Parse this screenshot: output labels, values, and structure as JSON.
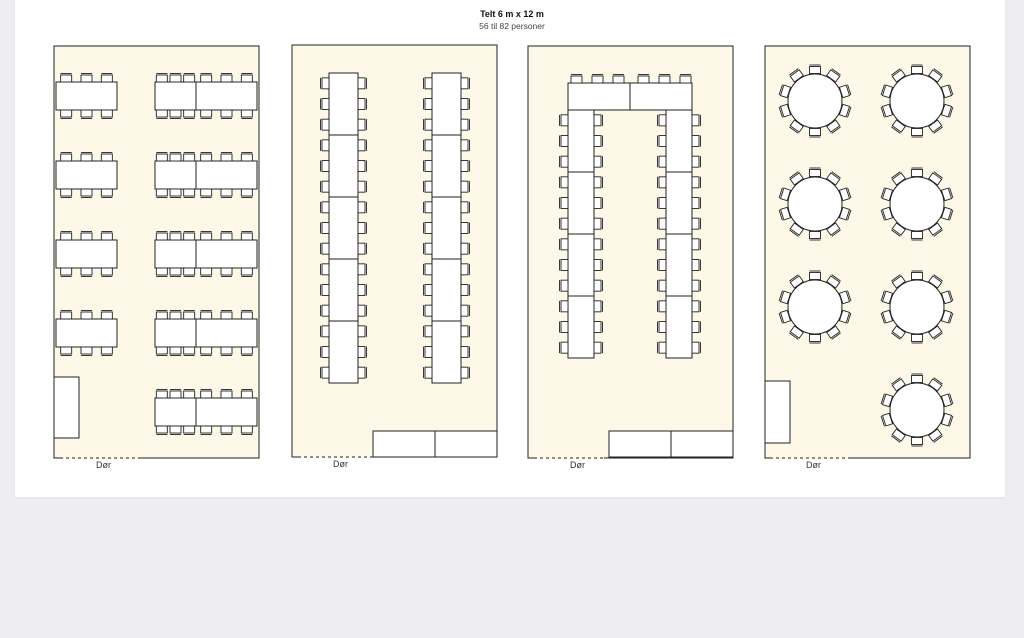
{
  "header": {
    "title": "Telt 6 m x 12 m",
    "subtitle": "56 til 82 personer"
  },
  "plans": [
    {
      "door_label": "Dør"
    },
    {
      "door_label": "Dør"
    },
    {
      "door_label": "Dør"
    },
    {
      "door_label": "Dør"
    }
  ],
  "colors": {
    "floor": "#fdf8e8",
    "outline": "#222222",
    "background": "#eeeef0",
    "page": "#ffffff"
  }
}
